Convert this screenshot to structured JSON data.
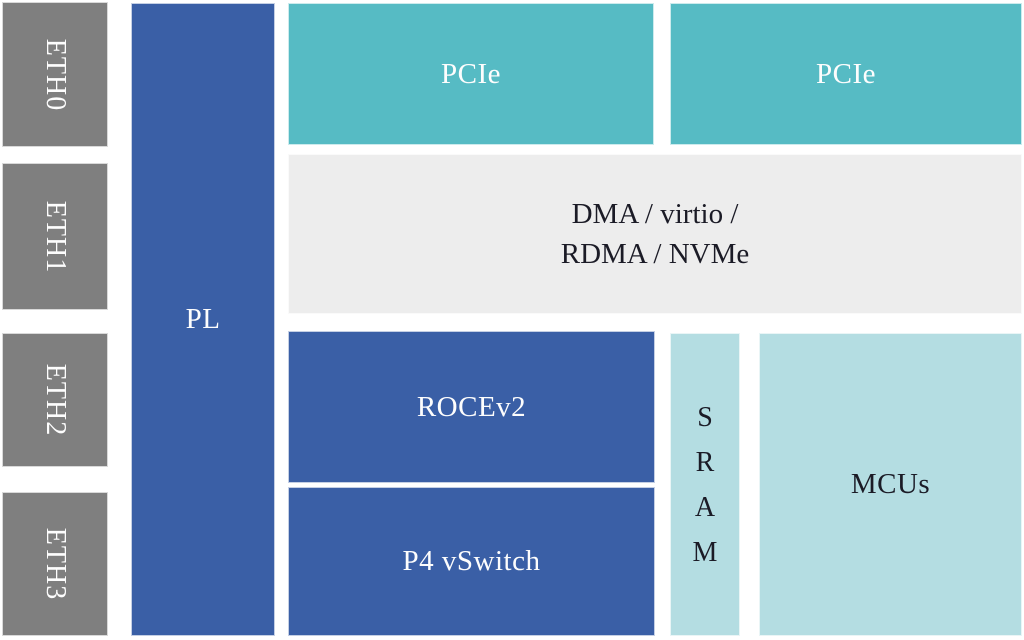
{
  "colors": {
    "eth_gray": "#7f7f7f",
    "pl_blue": "#3a5fa6",
    "pcie_teal": "#56bbc4",
    "dma_light_gray": "#ededed",
    "mcu_light_teal": "#b4dde2",
    "dark_text": "#1b1b26",
    "light_text": "#fdfdfd"
  },
  "blocks": {
    "eth": [
      {
        "label": "ETH0"
      },
      {
        "label": "ETH1"
      },
      {
        "label": "ETH2"
      },
      {
        "label": "ETH3"
      }
    ],
    "pl": {
      "label": "PL"
    },
    "pcie_left": {
      "label": "PCIe"
    },
    "pcie_right": {
      "label": "PCIe"
    },
    "dma": {
      "line1": "DMA / virtio /",
      "line2": "RDMA / NVMe"
    },
    "rocev2": {
      "label": "ROCEv2"
    },
    "p4_vswitch": {
      "label": "P4 vSwitch"
    },
    "sram": {
      "letters": [
        "S",
        "R",
        "A",
        "M"
      ]
    },
    "mcus": {
      "label": "MCUs"
    }
  }
}
